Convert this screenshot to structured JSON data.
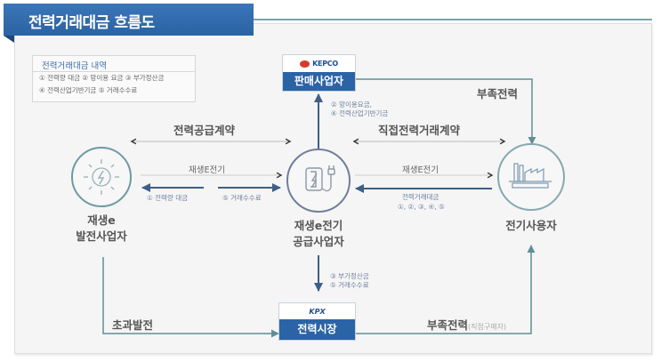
{
  "header": {
    "title": "전력거래대금 흐름도"
  },
  "legend": {
    "title": "전력거래대금 내역",
    "rows": [
      "① 전력량 대금  ② 망이용 요금  ③ 부가정산금",
      "④ 전력산업기반기금  ⑤ 거래수수료"
    ]
  },
  "nodes": {
    "generator": {
      "line1": "재생e",
      "line2": "발전사업자",
      "icon": "sun-lightning-icon"
    },
    "supplier": {
      "line1": "재생e전기",
      "line2": "공급사업자",
      "icon": "battery-plug-icon"
    },
    "consumer": {
      "label": "전기사용자",
      "icon": "factory-icon"
    },
    "kepco": {
      "logo": "KEPCO",
      "name": "판매사업자"
    },
    "kpx": {
      "logo": "KPX",
      "name": "전력시장"
    }
  },
  "flows": {
    "supply_contract": "전력공급계약",
    "direct_contract": "직접전력거래계약",
    "renewable_power_left": "재생E전기",
    "renewable_power_right": "재생E전기",
    "energy_payment": "① 전력량 대금",
    "fee_left": "⑤ 거래수수료",
    "trade_payment_title": "전력거래대금",
    "trade_payment_items": "①, ②, ③, ④, ⑤",
    "kepco_items_1": "② 망이용요금,",
    "kepco_items_2": "④ 전력산업기반기금",
    "kpx_items_1": "③ 부가정산금",
    "kpx_items_2": "⑤ 거래수수료",
    "shortage_top": "부족전력",
    "excess_generation": "초과발전",
    "shortage_bottom": "부족전력",
    "shortage_bottom_note": "(직접구매자)"
  },
  "colors": {
    "title_bg": "#2b63a7",
    "box_header": "#2b63a7",
    "teal_line": "#5f8f96",
    "navy_arrow": "#3e5f86",
    "grey_arrow": "#555555",
    "panel_bg": "#f5f5f5"
  }
}
